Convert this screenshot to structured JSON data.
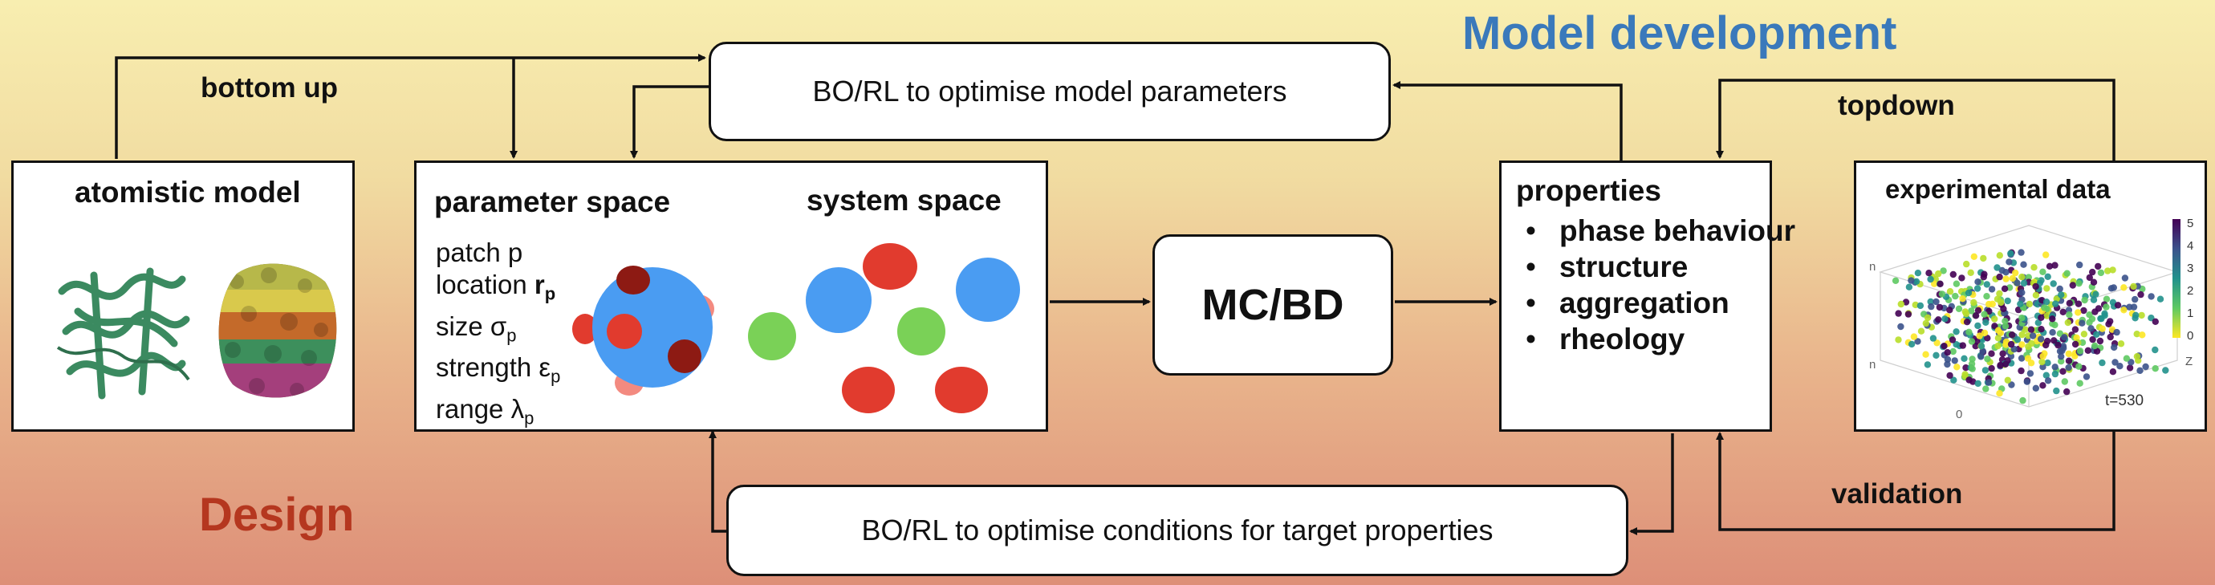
{
  "title_top": "Model development",
  "title_bottom": "Design",
  "colors": {
    "title_top": "#3a79bb",
    "title_bottom": "#b5371f",
    "blue": "#4a9cf2",
    "red": "#e13b2e",
    "green": "#7ad157",
    "dark_red": "#8d1a13",
    "pink": "#f38a80"
  },
  "labels": {
    "bottom_up": "bottom up",
    "topdown": "topdown",
    "validation": "validation"
  },
  "nodes": {
    "bo_model": "BO/RL to optimise model parameters",
    "bo_conditions": "BO/RL to optimise conditions for target properties",
    "mcbd": "MC/BD"
  },
  "atomistic": {
    "title": "atomistic model",
    "icons": [
      "protein-ribbon-icon",
      "protein-surface-icon"
    ]
  },
  "param_panel": {
    "title_param": "parameter space",
    "title_system": "system space",
    "rows": [
      {
        "text": "patch p",
        "sym": "",
        "sub": ""
      },
      {
        "text": "location ",
        "sym": "r",
        "sub": "p"
      },
      {
        "text": "size ",
        "sym": "σ",
        "sub": "p"
      },
      {
        "text": "strength ",
        "sym": "ε",
        "sub": "p"
      },
      {
        "text": "range ",
        "sym": "λ",
        "sub": "p"
      }
    ]
  },
  "properties": {
    "title": "properties",
    "items": [
      "phase behaviour",
      "structure",
      "aggregation",
      "rheology"
    ]
  },
  "experimental": {
    "title": "experimental data",
    "colorbar_ticks": [
      "5",
      "4",
      "3",
      "2",
      "1",
      "0"
    ],
    "axis_label": "Z",
    "time_label": "t=530",
    "axis_ticks": [
      "n",
      "n",
      "0"
    ]
  }
}
